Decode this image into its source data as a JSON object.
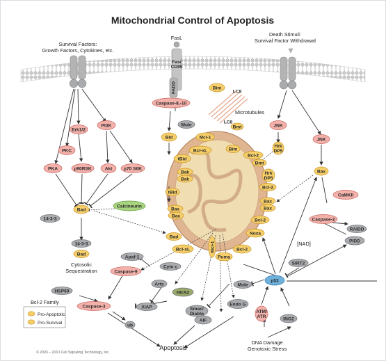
{
  "title": "Mitochondrial Control of Apoptosis",
  "labels": {
    "survival": [
      "Survival Factors:",
      "Growth Factors, Cytokines, etc."
    ],
    "fasl": "FasL",
    "death": [
      "Death Stimuli:",
      "Survival Factor Withdrawal"
    ],
    "microtubules": "Microtubules",
    "cytosolic": [
      "Cytosolic",
      "Sequestration"
    ],
    "nad": "[NAD]",
    "dna_damage": [
      "DNA Damage",
      "Genotoxic Stress"
    ],
    "apoptosis": "Apoptosis"
  },
  "legend": {
    "title": "Bcl-2 Family",
    "pro_apoptotic": "Pro-Apoptotic",
    "pro_survival": "Pro-Survival"
  },
  "copyright": "© 2003 – 2010 Cell Signaling Technology, Inc.",
  "colors": {
    "pink": "#f3b1ab",
    "pink_stroke": "#c8645c",
    "gray": "#a9abae",
    "gray_stroke": "#6f7276",
    "yellow": "#f6cf6b",
    "yellow_stroke": "#c89424",
    "green": "#a9d47f",
    "green_stroke": "#5d9a3c",
    "olive": "#9aa96c",
    "blue": "#6fb0db",
    "blue_stroke": "#2f79ad",
    "mito_outer": "#e0b591",
    "mito_inner": "#f1ddb2"
  },
  "nodes": [
    {
      "id": "fas",
      "text": "Fas/ CD95",
      "style": "plain"
    },
    {
      "id": "fadd",
      "text": "FADD",
      "style": "plain"
    },
    {
      "id": "caspase810",
      "text": "Caspase-8,-10",
      "style": "pink"
    },
    {
      "id": "erk",
      "text": "Erk1/2",
      "style": "pink"
    },
    {
      "id": "pi3k",
      "text": "PI3K",
      "style": "pink"
    },
    {
      "id": "pkc",
      "text": "PKC",
      "style": "pink"
    },
    {
      "id": "pka",
      "text": "PKA",
      "style": "pink"
    },
    {
      "id": "p90rsk",
      "text": "p90RSK",
      "style": "pink"
    },
    {
      "id": "akt",
      "text": "Akt",
      "style": "pink"
    },
    {
      "id": "p70s6k",
      "text": "p70 S6K",
      "style": "pink"
    },
    {
      "id": "bad1",
      "text": "Bad",
      "style": "yellow"
    },
    {
      "id": "calcineurin",
      "text": "Calcineurin",
      "style": "green"
    },
    {
      "id": "p1433a",
      "text": "14-3-3",
      "style": "gray"
    },
    {
      "id": "p1433b",
      "text": "14-3-3",
      "style": "gray"
    },
    {
      "id": "bad2",
      "text": "Bad",
      "style": "yellow"
    },
    {
      "id": "hsp60",
      "text": "HSP60",
      "style": "gray"
    },
    {
      "id": "bim1",
      "text": "Bim",
      "style": "yellow"
    },
    {
      "id": "lc8a",
      "text": "LC8",
      "style": "plain"
    },
    {
      "id": "lc8b",
      "text": "LC8",
      "style": "plain"
    },
    {
      "id": "bmt1",
      "text": "Bmt",
      "style": "yellow"
    },
    {
      "id": "mule1",
      "text": "Mule",
      "style": "gray"
    },
    {
      "id": "mcl1a",
      "text": "Mcl-1",
      "style": "yellow"
    },
    {
      "id": "bid",
      "text": "Bid",
      "style": "yellow"
    },
    {
      "id": "bclxl1",
      "text": "Bcl-xL",
      "style": "yellow"
    },
    {
      "id": "tbid1",
      "text": "tBid",
      "style": "yellow"
    },
    {
      "id": "bim2",
      "text": "Bim",
      "style": "yellow"
    },
    {
      "id": "bcl2a",
      "text": "Bcl-2",
      "style": "yellow"
    },
    {
      "id": "bmt2",
      "text": "Bmt",
      "style": "yellow"
    },
    {
      "id": "bak1",
      "text": "Bak",
      "style": "yellow"
    },
    {
      "id": "bak2",
      "text": "Bak",
      "style": "yellow"
    },
    {
      "id": "hrkdp5a",
      "text": "Hrk DP5",
      "style": "yellow"
    },
    {
      "id": "bcl2b",
      "text": "Bcl-2",
      "style": "yellow"
    },
    {
      "id": "tbid2",
      "text": "tBid",
      "style": "yellow"
    },
    {
      "id": "bax1",
      "text": "Bax",
      "style": "yellow"
    },
    {
      "id": "bax2",
      "text": "Bax",
      "style": "yellow"
    },
    {
      "id": "bax3",
      "text": "Bax",
      "style": "yellow"
    },
    {
      "id": "bax4",
      "text": "Bax",
      "style": "yellow"
    },
    {
      "id": "bcl2c",
      "text": "Bcl-2",
      "style": "yellow"
    },
    {
      "id": "bad3",
      "text": "Bad",
      "style": "yellow"
    },
    {
      "id": "bclxl2",
      "text": "Bcl-xL",
      "style": "yellow"
    },
    {
      "id": "noxa",
      "text": "Noxa",
      "style": "yellow"
    },
    {
      "id": "bcl2d",
      "text": "Bcl-2",
      "style": "yellow"
    },
    {
      "id": "puma",
      "text": "Puma",
      "style": "yellow"
    },
    {
      "id": "mcl1b",
      "text": "Mcl-1",
      "style": "yellow"
    },
    {
      "id": "jnk1",
      "text": "JNK",
      "style": "pink"
    },
    {
      "id": "hrkdp5b",
      "text": "Hrk DP5",
      "style": "yellow"
    },
    {
      "id": "jnk2",
      "text": "JNK",
      "style": "pink"
    },
    {
      "id": "bax5",
      "text": "Bax",
      "style": "yellow"
    },
    {
      "id": "camkii",
      "text": "CaMKII",
      "style": "pink"
    },
    {
      "id": "caspase2",
      "text": "Caspase-2",
      "style": "pink"
    },
    {
      "id": "raidd",
      "text": "RAIDD",
      "style": "gray"
    },
    {
      "id": "pidd",
      "text": "PIDD",
      "style": "gray"
    },
    {
      "id": "sirt2",
      "text": "SIRT2",
      "style": "gray"
    },
    {
      "id": "p53",
      "text": "p53",
      "style": "blue"
    },
    {
      "id": "apaf1",
      "text": "Apaf-1",
      "style": "gray"
    },
    {
      "id": "caspase9",
      "text": "Caspase-9",
      "style": "pink"
    },
    {
      "id": "cytoc",
      "text": "Cyto c",
      "style": "gray"
    },
    {
      "id": "arts",
      "text": "Arts",
      "style": "gray"
    },
    {
      "id": "htra2",
      "text": "HtrA2",
      "style": "olive"
    },
    {
      "id": "xiap",
      "text": "XIAP",
      "style": "gray"
    },
    {
      "id": "smac",
      "text": "Smac/ Diablo",
      "style": "gray"
    },
    {
      "id": "caspase3",
      "text": "Caspase-3",
      "style": "pink"
    },
    {
      "id": "ub",
      "text": "ub",
      "style": "gray"
    },
    {
      "id": "aif",
      "text": "AIF",
      "style": "gray"
    },
    {
      "id": "endog",
      "text": "Endo G",
      "style": "gray"
    },
    {
      "id": "mule2",
      "text": "Mule",
      "style": "gray"
    },
    {
      "id": "atmatr",
      "text": "ATM/ ATR",
      "style": "pink"
    },
    {
      "id": "ing2",
      "text": "ING2",
      "style": "gray"
    }
  ]
}
